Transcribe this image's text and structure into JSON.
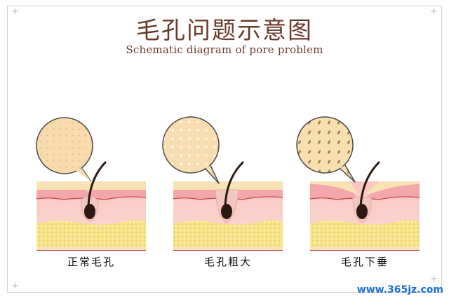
{
  "title": "毛孔问题示意图",
  "subtitle": "Schematic diagram of pore problem",
  "panels": [
    {
      "caption": "正常毛孔"
    },
    {
      "caption": "毛孔粗大"
    },
    {
      "caption": "毛孔下垂"
    }
  ],
  "watermark": "www.365jz.com",
  "colors": {
    "title": "#6a3a2b",
    "epidermis": "#f4a7aa",
    "surface": "#f6e2b4",
    "dermis": "#f8d6cc",
    "fat": "#f5e184",
    "base_line": "#c0392b",
    "hair": "#2a1a12",
    "zoom_fill": "#f7d9a8"
  }
}
